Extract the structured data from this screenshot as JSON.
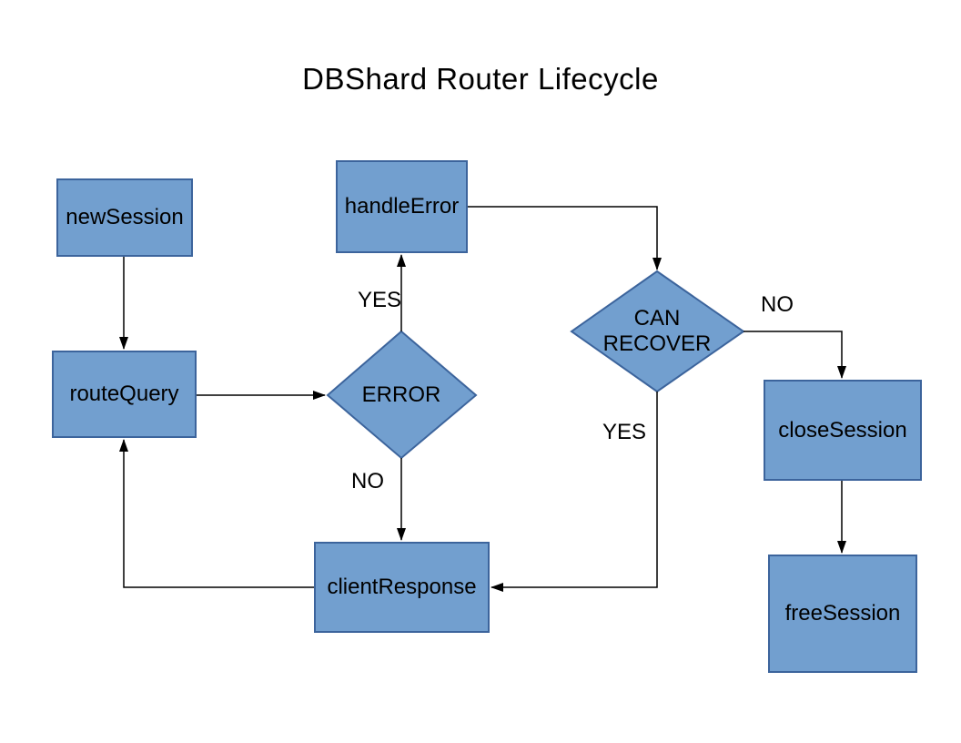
{
  "title": "DBShard Router Lifecycle",
  "colors": {
    "node_fill": "#729fcf",
    "node_border": "#3c649c",
    "line": "#000000",
    "background": "#ffffff"
  },
  "nodes": [
    {
      "id": "newSession",
      "label": "newSession",
      "type": "process"
    },
    {
      "id": "routeQuery",
      "label": "routeQuery",
      "type": "process"
    },
    {
      "id": "handleError",
      "label": "handleError",
      "type": "process"
    },
    {
      "id": "ERROR",
      "label": "ERROR",
      "type": "decision"
    },
    {
      "id": "CAN RECOVER",
      "label": "CAN RECOVER",
      "type": "decision"
    },
    {
      "id": "closeSession",
      "label": "closeSession",
      "type": "process"
    },
    {
      "id": "freeSession",
      "label": "freeSession",
      "type": "process"
    },
    {
      "id": "clientResponse",
      "label": "clientResponse",
      "type": "process"
    }
  ],
  "edges": [
    {
      "from": "newSession",
      "to": "routeQuery",
      "label": ""
    },
    {
      "from": "routeQuery",
      "to": "ERROR",
      "label": ""
    },
    {
      "from": "ERROR",
      "to": "handleError",
      "label": "YES"
    },
    {
      "from": "ERROR",
      "to": "clientResponse",
      "label": "NO"
    },
    {
      "from": "handleError",
      "to": "CAN RECOVER",
      "label": ""
    },
    {
      "from": "CAN RECOVER",
      "to": "closeSession",
      "label": "NO"
    },
    {
      "from": "CAN RECOVER",
      "to": "clientResponse",
      "label": "YES"
    },
    {
      "from": "closeSession",
      "to": "freeSession",
      "label": ""
    },
    {
      "from": "clientResponse",
      "to": "routeQuery",
      "label": ""
    }
  ]
}
